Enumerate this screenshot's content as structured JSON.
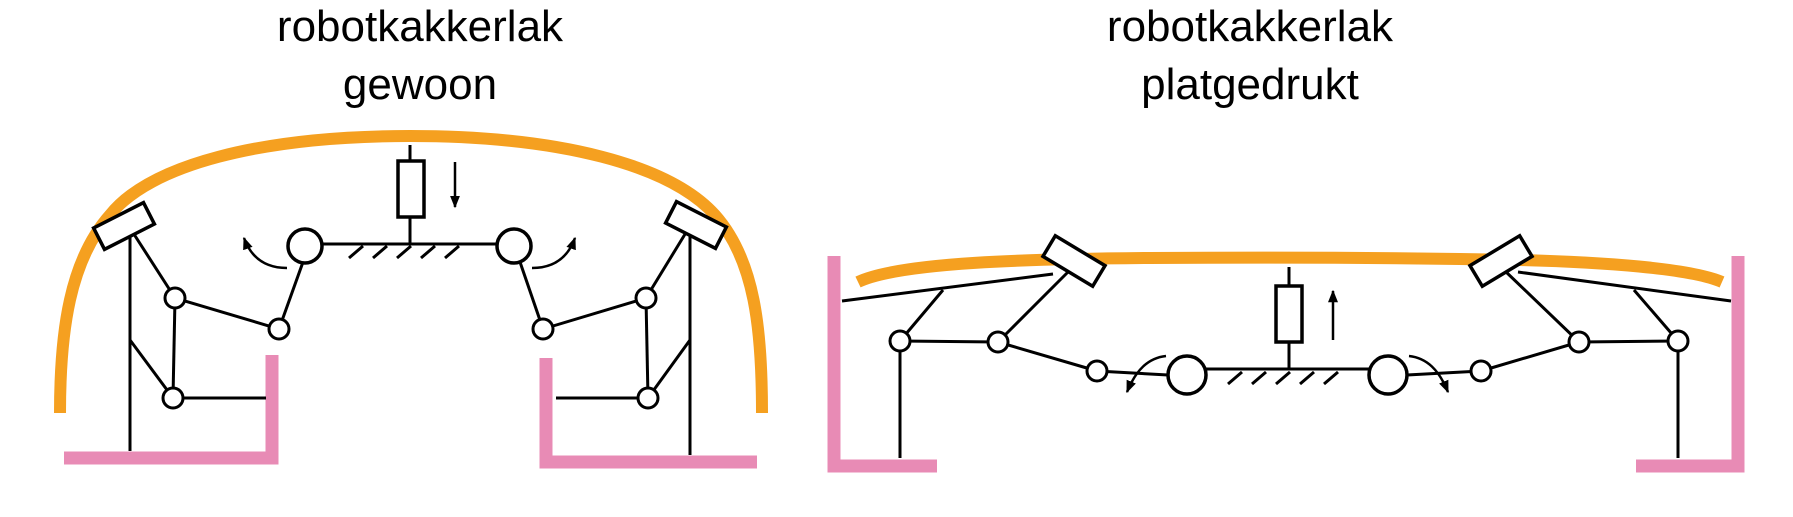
{
  "panels": [
    {
      "title_line1": "robotkakkerlak",
      "title_line2": "gewoon"
    },
    {
      "title_line1": "robotkakkerlak",
      "title_line2": "platgedrukt"
    }
  ],
  "colors": {
    "shell": "#f5a020",
    "wall": "#e88bb5",
    "linkage": "#000000"
  }
}
